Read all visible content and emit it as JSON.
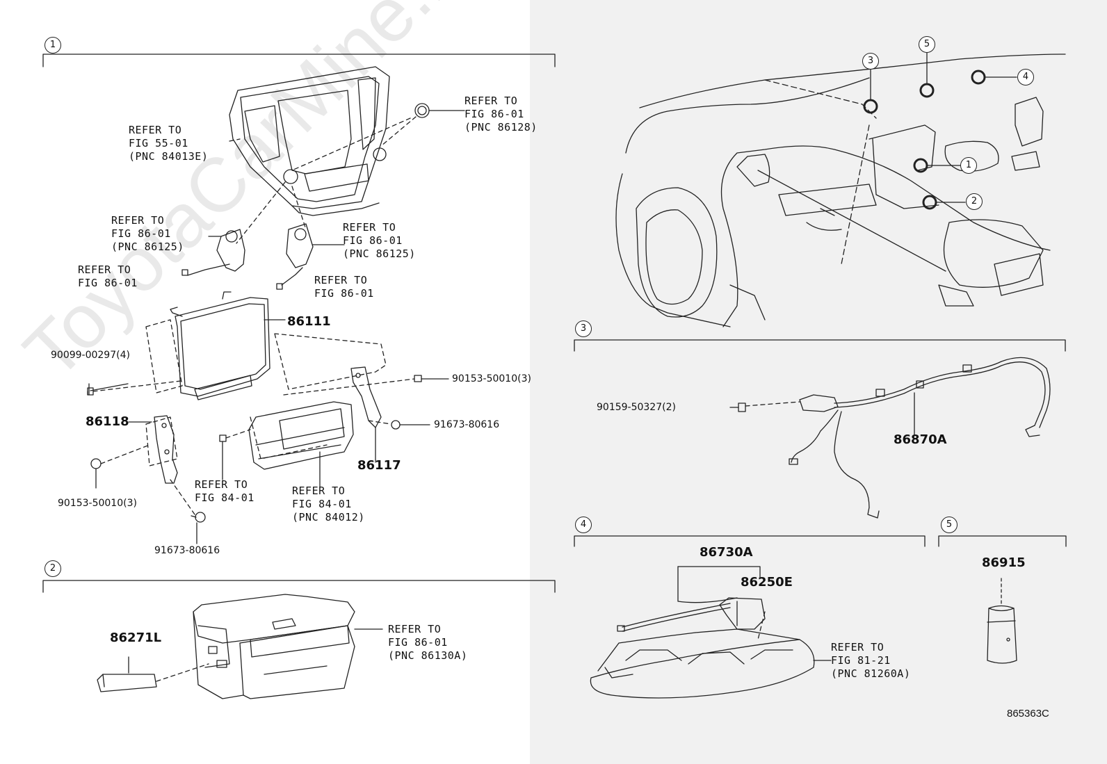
{
  "watermark": "ToyotaCarMine.ru",
  "sections": {
    "s1": "1",
    "s2": "2",
    "s3": "3",
    "s4": "4",
    "s5": "5"
  },
  "markers": {
    "m1": "1",
    "m2": "2",
    "m3": "3",
    "m4": "4",
    "m5": "5"
  },
  "labels": {
    "ref_fig55": "REFER TO\nFIG 55-01\n(PNC 84013E)",
    "ref_fig86_86128": "REFER TO\nFIG 86-01\n(PNC 86128)",
    "ref_fig86_86125_a": "REFER TO\nFIG 86-01\n(PNC 86125)",
    "ref_fig86_86125_b": "REFER TO\nFIG 86-01\n(PNC 86125)",
    "ref_fig86_a": "REFER TO\nFIG 86-01",
    "ref_fig86_b": "REFER TO\nFIG 86-01",
    "ref_fig84_a": "REFER TO\nFIG 84-01",
    "ref_fig84_b": "REFER TO\nFIG 84-01\n(PNC 84012)",
    "ref_fig86_86130a": "REFER TO\nFIG 86-01\n(PNC 86130A)",
    "ref_fig81": "REFER TO\nFIG 81-21\n(PNC 81260A)"
  },
  "parts": {
    "p86111": "86111",
    "p86118": "86118",
    "p86117": "86117",
    "p86271L": "86271L",
    "p86870A": "86870A",
    "p86730A": "86730A",
    "p86250E": "86250E",
    "p86915": "86915",
    "bolt_90099": "90099-00297(4)",
    "bolt_90153_a": "90153-50010(3)",
    "bolt_90153_b": "90153-50010(3)",
    "bolt_91673_a": "91673-80616",
    "bolt_91673_b": "91673-80616",
    "bolt_90159": "90159-50327(2)"
  },
  "diagram_code": "865363C"
}
